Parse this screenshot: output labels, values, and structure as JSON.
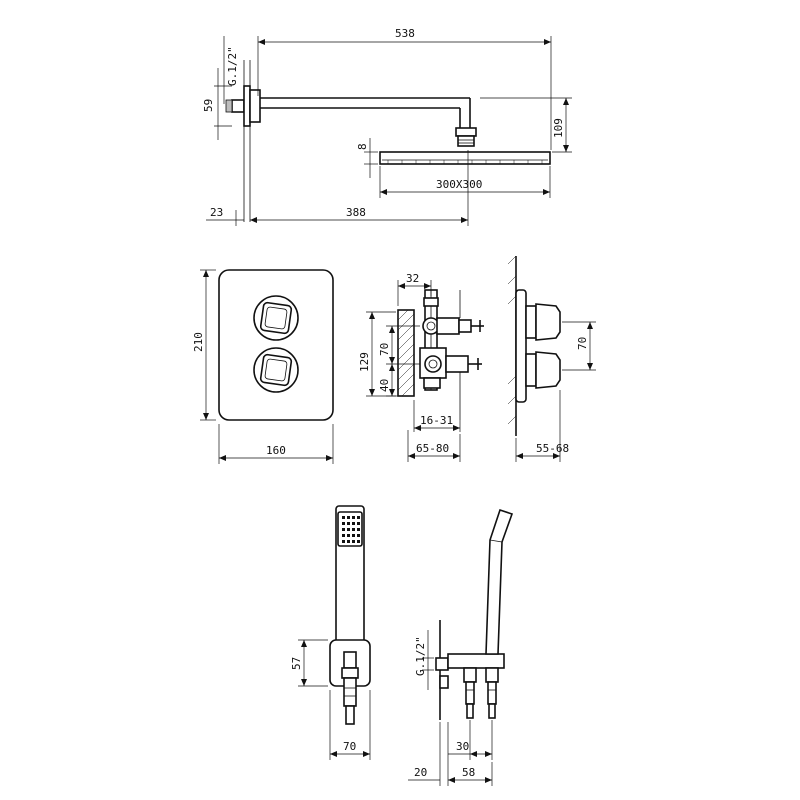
{
  "dimensions": {
    "arm_length": "538",
    "thread_top": "G.1/2\"",
    "flange_height": "59",
    "drop_height": "109",
    "head_thickness": "8",
    "head_size": "300X300",
    "wall_offset": "23",
    "arm_reach": "388",
    "plate_height": "210",
    "plate_width": "160",
    "body_top_width": "32",
    "body_height": "129",
    "inlet_spacing": "70",
    "lower_offset": "40",
    "depth_range_a": "16-31",
    "depth_range_b": "65-80",
    "handle_spacing": "70",
    "projection_range": "55-68",
    "holder_height": "57",
    "holder_width": "70",
    "outlet_thread": "G.1/2\"",
    "outlet_spacing": "30",
    "wall_to_outlet": "20",
    "outlet_depth": "58"
  }
}
